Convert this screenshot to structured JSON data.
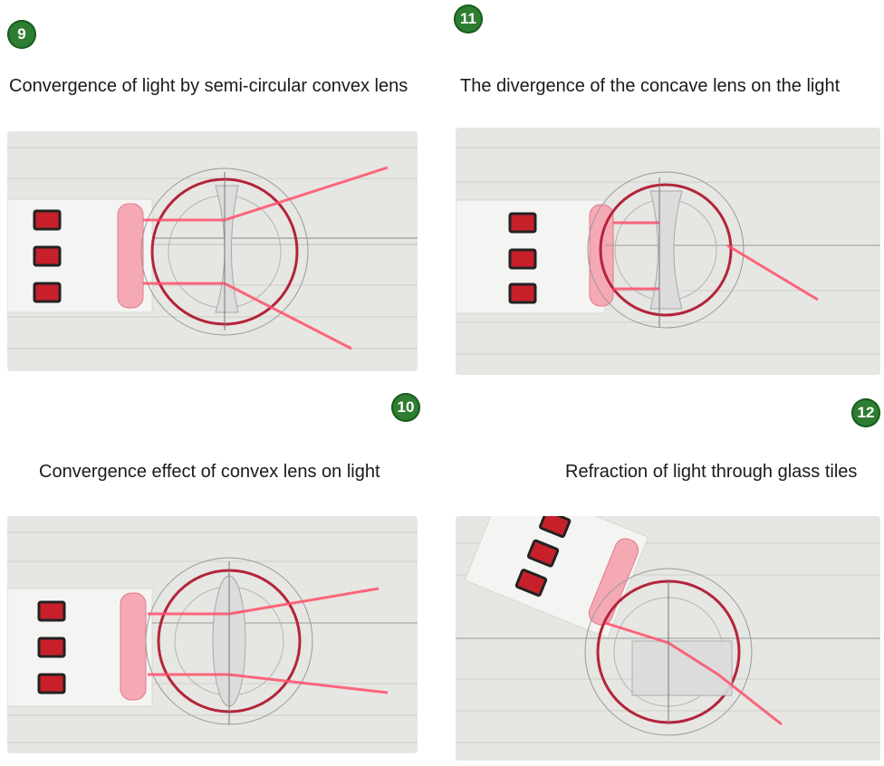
{
  "panels": [
    {
      "number": "9",
      "caption": "Convergence of light by semi-circular convex lens"
    },
    {
      "number": "11",
      "caption": "The divergence of the concave lens on the light"
    },
    {
      "number": "10",
      "caption": "Convergence effect of convex lens on light"
    },
    {
      "number": "12",
      "caption": "Refraction of light through glass tiles"
    }
  ],
  "colors": {
    "badge": "#2e7d32",
    "laser": "#ff4f6a",
    "ring": "#b3243a",
    "switch": "#c8202a"
  }
}
